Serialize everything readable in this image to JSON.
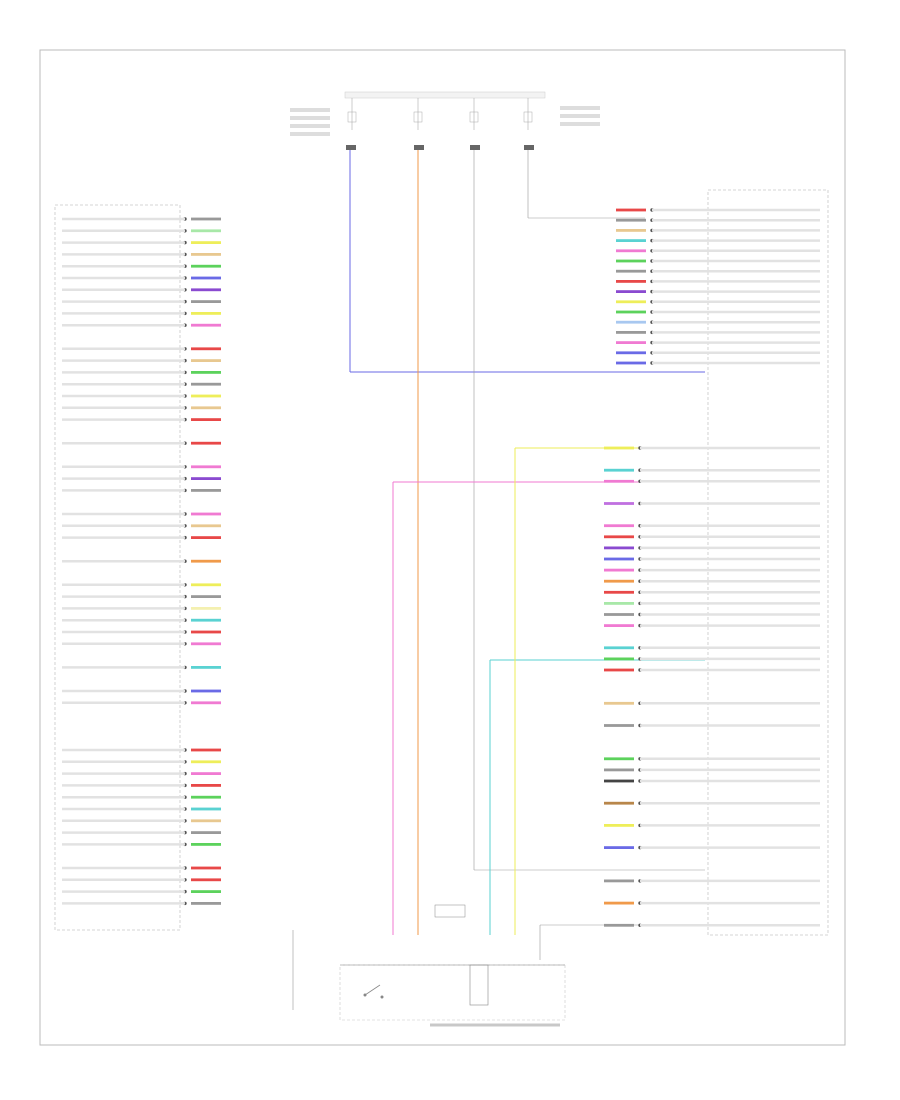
{
  "footer_code": "",
  "colors": {
    "border": "#bbbbbb",
    "dash": "#c8c8c8",
    "blue": "#6a6ae6",
    "orange": "#f09a4a",
    "pink": "#f07ad2",
    "green": "#5cd25c",
    "cyan": "#5ad2d2",
    "yellow": "#eeee5a",
    "tan": "#e8c890",
    "red": "#e84848",
    "purple": "#8a4ad0",
    "gray": "#999999",
    "black": "#444444",
    "brown": "#b8864a",
    "violet": "#c070e0",
    "light_green": "#a8e8a8",
    "light_blue": "#a8c8f0",
    "pale_yellow": "#f4f0b0"
  },
  "left_pins": [
    {
      "c": [
        "gray",
        "gray"
      ]
    },
    {
      "c": [
        "light_green",
        "light_green"
      ]
    },
    {
      "c": [
        "yellow",
        "yellow"
      ]
    },
    {
      "c": [
        "tan",
        "tan"
      ]
    },
    {
      "c": [
        "green",
        "green"
      ]
    },
    {
      "c": [
        "blue",
        "blue"
      ]
    },
    {
      "c": [
        "purple",
        "purple"
      ]
    },
    {
      "c": [
        "gray",
        "gray"
      ]
    },
    {
      "c": [
        "yellow",
        "yellow"
      ]
    },
    {
      "c": [
        "pink",
        "pink"
      ]
    },
    {
      "gap": true
    },
    {
      "c": [
        "red",
        "red"
      ]
    },
    {
      "c": [
        "tan",
        "tan"
      ]
    },
    {
      "c": [
        "green",
        "green"
      ]
    },
    {
      "c": [
        "gray",
        "gray"
      ]
    },
    {
      "c": [
        "yellow",
        "yellow"
      ]
    },
    {
      "c": [
        "tan",
        "tan"
      ]
    },
    {
      "c": [
        "red",
        "red"
      ]
    },
    {
      "gap": true
    },
    {
      "c": [
        "red",
        "red"
      ]
    },
    {
      "gap": true
    },
    {
      "c": [
        "pink",
        "pink"
      ]
    },
    {
      "c": [
        "purple",
        "purple"
      ]
    },
    {
      "c": [
        "gray",
        "gray"
      ]
    },
    {
      "gap": true
    },
    {
      "c": [
        "pink",
        "pink"
      ]
    },
    {
      "c": [
        "tan",
        "tan"
      ]
    },
    {
      "c": [
        "red",
        "red"
      ]
    },
    {
      "gap": true
    },
    {
      "c": [
        "orange",
        "orange"
      ]
    },
    {
      "gap": true
    },
    {
      "c": [
        "yellow",
        "yellow"
      ]
    },
    {
      "c": [
        "gray",
        "gray"
      ]
    },
    {
      "c": [
        "pale_yellow",
        "pale_yellow"
      ]
    },
    {
      "c": [
        "cyan",
        "cyan"
      ]
    },
    {
      "c": [
        "red",
        "red"
      ]
    },
    {
      "c": [
        "pink",
        "pink"
      ]
    },
    {
      "gap": true
    },
    {
      "c": [
        "cyan",
        "cyan"
      ]
    },
    {
      "gap": true
    },
    {
      "c": [
        "blue",
        "blue"
      ]
    },
    {
      "c": [
        "pink",
        "pink"
      ]
    },
    {
      "gap": true
    },
    {
      "gap": true
    },
    {
      "gap": true
    },
    {
      "c": [
        "red",
        "red"
      ]
    },
    {
      "c": [
        "yellow",
        "yellow"
      ]
    },
    {
      "c": [
        "pink",
        "pink"
      ]
    },
    {
      "c": [
        "red",
        "red"
      ]
    },
    {
      "c": [
        "green",
        "green"
      ]
    },
    {
      "c": [
        "cyan",
        "cyan"
      ]
    },
    {
      "c": [
        "tan",
        "tan"
      ]
    },
    {
      "c": [
        "gray",
        "gray"
      ]
    },
    {
      "c": [
        "green",
        "green"
      ]
    },
    {
      "gap": true
    },
    {
      "c": [
        "red",
        "red"
      ]
    },
    {
      "c": [
        "red",
        "red"
      ]
    },
    {
      "c": [
        "green",
        "green"
      ]
    },
    {
      "c": [
        "gray",
        "gray"
      ]
    }
  ],
  "right_pins_top": [
    {
      "c": [
        "red",
        "red"
      ]
    },
    {
      "c": [
        "gray",
        "gray"
      ]
    },
    {
      "c": [
        "tan",
        "tan"
      ]
    },
    {
      "c": [
        "cyan",
        "cyan"
      ]
    },
    {
      "c": [
        "pink",
        "pink"
      ]
    },
    {
      "c": [
        "green",
        "green"
      ]
    },
    {
      "c": [
        "gray",
        "gray"
      ]
    },
    {
      "c": [
        "red",
        "red"
      ]
    },
    {
      "c": [
        "purple",
        "purple"
      ]
    },
    {
      "c": [
        "yellow",
        "yellow"
      ]
    },
    {
      "c": [
        "green",
        "green"
      ]
    },
    {
      "c": [
        "light_blue",
        "light_blue"
      ]
    },
    {
      "c": [
        "gray",
        "gray"
      ]
    },
    {
      "c": [
        "pink",
        "pink"
      ]
    },
    {
      "c": [
        "blue",
        "blue"
      ]
    },
    {
      "c": [
        "blue",
        "blue"
      ]
    }
  ],
  "right_pins_bottom": [
    {
      "c": [
        "yellow",
        "yellow"
      ]
    },
    {
      "gap": true
    },
    {
      "c": [
        "cyan",
        "cyan"
      ]
    },
    {
      "c": [
        "pink",
        "pink"
      ]
    },
    {
      "gap": true
    },
    {
      "c": [
        "violet",
        "violet"
      ]
    },
    {
      "gap": true
    },
    {
      "c": [
        "pink",
        "pink"
      ]
    },
    {
      "c": [
        "red",
        "red"
      ]
    },
    {
      "c": [
        "purple",
        "purple"
      ]
    },
    {
      "c": [
        "blue",
        "blue"
      ]
    },
    {
      "c": [
        "pink",
        "pink"
      ]
    },
    {
      "c": [
        "orange",
        "orange"
      ]
    },
    {
      "c": [
        "red",
        "red"
      ]
    },
    {
      "c": [
        "light_green",
        "light_green"
      ]
    },
    {
      "c": [
        "gray",
        "gray"
      ]
    },
    {
      "c": [
        "pink",
        "pink"
      ]
    },
    {
      "gap": true
    },
    {
      "c": [
        "cyan",
        "cyan"
      ]
    },
    {
      "c": [
        "green",
        "green"
      ]
    },
    {
      "c": [
        "red",
        "red"
      ]
    },
    {
      "gap": true
    },
    {
      "gap": true
    },
    {
      "c": [
        "tan",
        "tan"
      ]
    },
    {
      "gap": true
    },
    {
      "c": [
        "gray",
        "gray"
      ]
    },
    {
      "gap": true
    },
    {
      "gap": true
    },
    {
      "c": [
        "green",
        "green"
      ]
    },
    {
      "c": [
        "gray",
        "gray"
      ]
    },
    {
      "c": [
        "black",
        "black"
      ]
    },
    {
      "gap": true
    },
    {
      "c": [
        "brown",
        "brown"
      ]
    },
    {
      "gap": true
    },
    {
      "c": [
        "yellow",
        "yellow"
      ]
    },
    {
      "gap": true
    },
    {
      "c": [
        "blue",
        "blue"
      ]
    },
    {
      "gap": true
    },
    {
      "gap": true
    },
    {
      "c": [
        "gray",
        "gray"
      ]
    },
    {
      "gap": true
    },
    {
      "c": [
        "orange",
        "orange"
      ]
    },
    {
      "gap": true
    },
    {
      "c": [
        "gray",
        "gray"
      ]
    }
  ]
}
